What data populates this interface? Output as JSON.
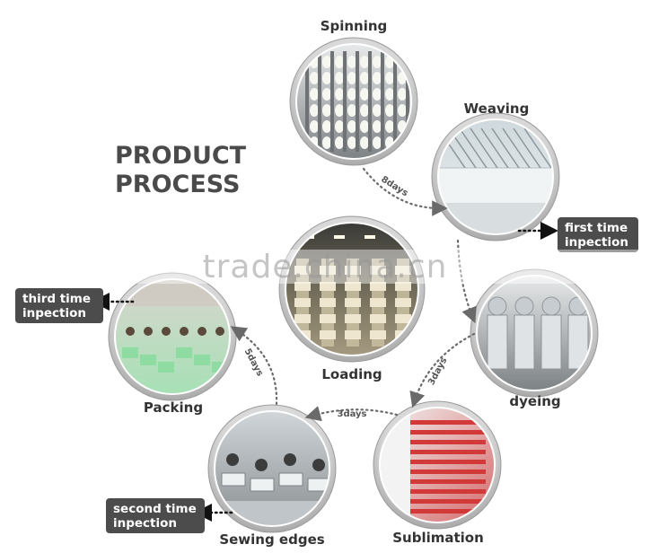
{
  "title": [
    "PRODUCT",
    "PROCESS"
  ],
  "watermark": "trade.china.cn",
  "steps": [
    {
      "id": "spinning",
      "label": "Spinning"
    },
    {
      "id": "weaving",
      "label": "Weaving"
    },
    {
      "id": "dyeing",
      "label": "dyeing"
    },
    {
      "id": "sublimation",
      "label": "Sublimation"
    },
    {
      "id": "sewing",
      "label": "Sewing edges"
    },
    {
      "id": "packing",
      "label": "Packing"
    },
    {
      "id": "loading",
      "label": "Loading"
    }
  ],
  "durations": [
    "8days",
    "3days",
    "3days",
    "5days"
  ],
  "inspections": [
    "first time inpection",
    "second time inpection",
    "third time inpection"
  ],
  "colors": {
    "ring": "#c8c8c8",
    "badge": "#4c4c4c",
    "title": "#4a4a4a",
    "arrow": "#6a6a6a"
  }
}
